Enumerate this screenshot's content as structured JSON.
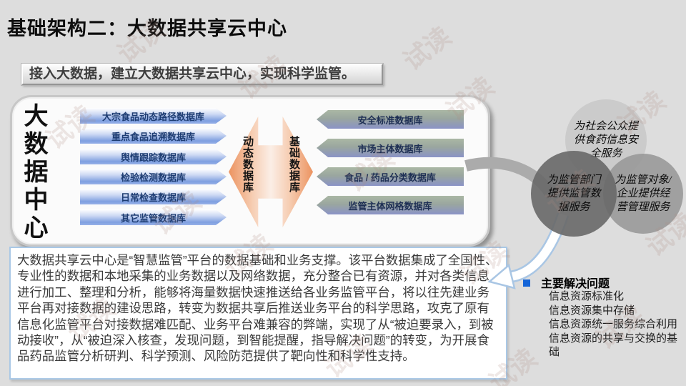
{
  "slide": {
    "title": "基础架构二：大数据共享云中心",
    "banner": "接入大数据，建立大数据共享云中心，实现科学监管。",
    "watermark": "试读"
  },
  "panel": {
    "vertical_title": "大数据中心",
    "dynamic_databases": [
      "大宗食品动态路径数据库",
      "重点食品追溯数据库",
      "舆情跟踪数据库",
      "检验检测数据库",
      "日常检查数据库",
      "其它监管数据库"
    ],
    "exchange_arrow": {
      "left_label": "动态数据库",
      "right_label": "基础数据库"
    },
    "base_databases": [
      "安全标准数据库",
      "市场主体数据库",
      "食品 / 药品分类数据库",
      "监管主体网格数据库"
    ]
  },
  "service_circles": {
    "public": "为社会公众提供食药信息安全服务",
    "regulator": "为监管部门提供监管数据服务",
    "enterprise": "为监管对象/企业提供经营管理服务"
  },
  "description": "大数据共享云中心是“智慧监管”平台的数据基础和业务支撑。该平台数据集成了全国性、专业性的数据和本地采集的业务数据以及网络数据，充分整合已有资源，并对各类信息进行加工、整理和分析，能够将海量数据快速推送给各业务监管平台，将以往先建业务平台再对接数据的建设思路，转变为数据共享后推送业务平台的科学思路，攻克了原有信息化监管平台对接数据难匹配、业务平台难兼容的弊端，实现了从“被迫要录入，到被动接收”，从“被迫深入核查，发现问题，到智能提醒，指导解决问题”的转变，为开展食品药品监管分析研判、科学预测、风险防范提供了靶向性和科学性支持。",
  "solutions": {
    "heading": "主要解决问题",
    "items": [
      "信息资源标准化",
      "信息资源集中存储",
      "信息资源统一服务综合利用",
      "信息资源的共享与交换的基础"
    ]
  },
  "colors": {
    "slide_bg": "#dddddd",
    "bullet_blue": "#1565d8",
    "db_arrow_blue": "#7e9fe0",
    "db_arrow_green_top": "#aab7a4",
    "db_arrow_green_bottom": "#8a93c6",
    "exchange_orange": "#ec9360",
    "circle_light": "#c9c9c9",
    "circle_mid": "#9a9a9a",
    "circle_dark": "#686868",
    "textbox_border": "#a9c8e6"
  }
}
